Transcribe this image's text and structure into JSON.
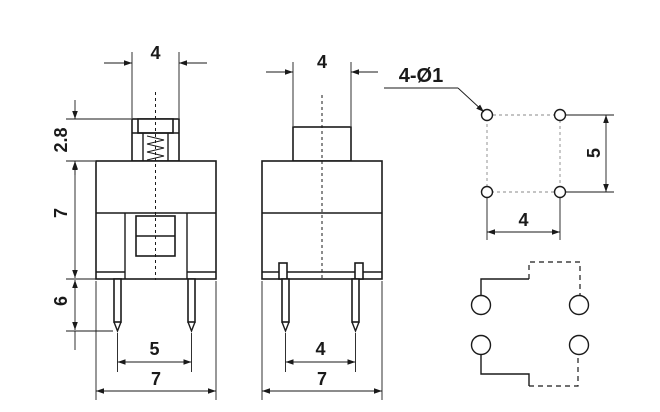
{
  "dimensions": {
    "front_width_top": "4",
    "front_height_top": "2.8",
    "front_height_body": "7",
    "front_height_pins": "6",
    "front_pin_spacing": "5",
    "front_width_bottom": "7",
    "side_width_top": "4",
    "side_pin_spacing": "4",
    "side_width_bottom": "7",
    "hole_note": "4-Ø1",
    "hole_spacing_vertical": "5",
    "hole_spacing_horizontal": "4"
  },
  "colors": {
    "line": "#1a1a1a",
    "background": "#ffffff",
    "grid": "#888888"
  }
}
